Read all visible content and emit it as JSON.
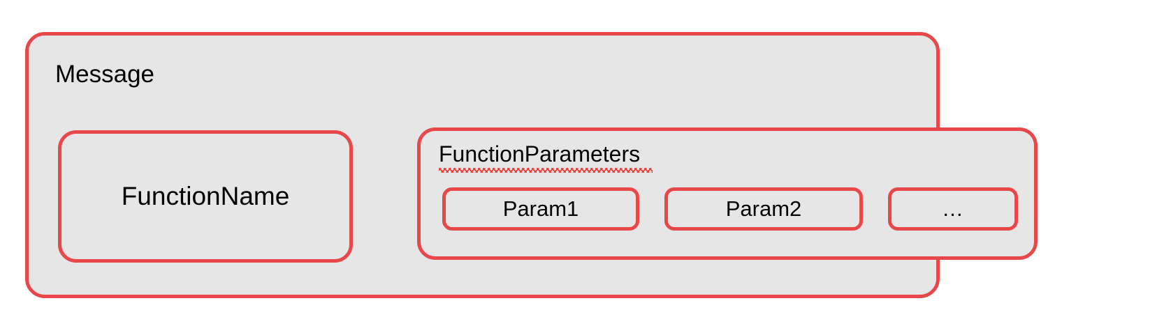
{
  "diagram": {
    "title": "Message",
    "colors": {
      "border": "#E8484A",
      "fill": "#E6E6E6",
      "page_background": "#FFFFFF",
      "text": "#000000",
      "spellcheck_underline": "#ED3A35"
    },
    "function_name": {
      "label": "FunctionName"
    },
    "function_parameters": {
      "label": "FunctionParameters",
      "params": [
        {
          "label": "Param1"
        },
        {
          "label": "Param2"
        },
        {
          "label": "…"
        }
      ]
    }
  }
}
